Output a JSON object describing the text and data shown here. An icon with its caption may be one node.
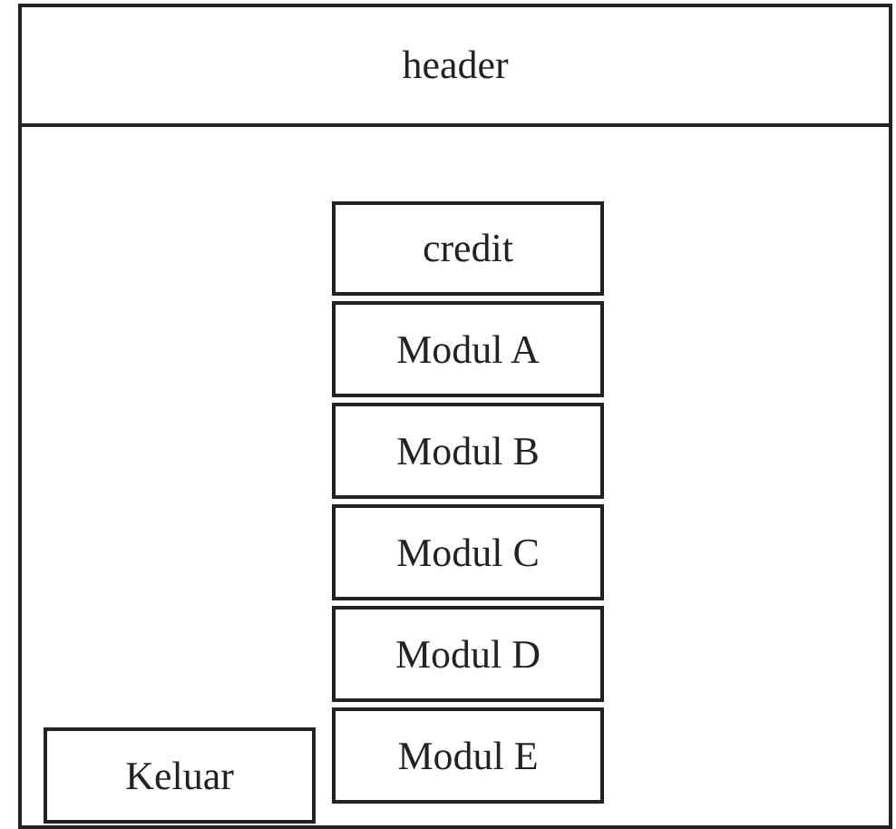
{
  "diagram": {
    "nodes": [
      {
        "text": [],
        "shape": "box"
      },
      {
        "text": [
          "header"
        ],
        "in": 0
      },
      {
        "text": [
          "credit"
        ],
        "in": 0
      },
      {
        "text": [
          "Modul A"
        ],
        "in": 0
      },
      {
        "text": [
          "Modul B"
        ],
        "in": 0
      },
      {
        "text": [
          "Modul C"
        ],
        "in": 0
      },
      {
        "text": [
          "Modul D"
        ],
        "in": 0
      },
      {
        "text": [
          "Modul E"
        ],
        "in": 0
      },
      {
        "text": [
          "Keluar"
        ],
        "in": 0
      }
    ]
  }
}
